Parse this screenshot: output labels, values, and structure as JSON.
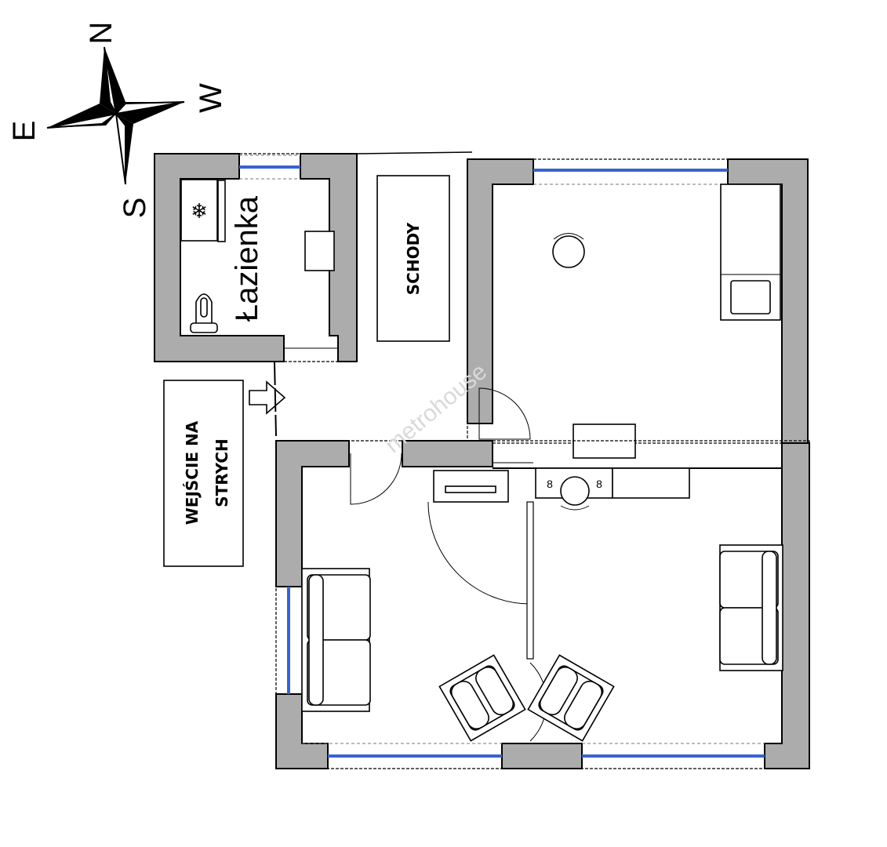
{
  "compass": {
    "north": "N",
    "west": "W",
    "east": "E",
    "south": "S"
  },
  "rooms": {
    "bathroom": "Łazienka",
    "stairs": "SCHODY",
    "attic_entrance_line1": "WEJŚCIE NA",
    "attic_entrance_line2": "STRYCH"
  },
  "watermark": "metrohouse",
  "colors": {
    "wall": "#acacac",
    "window": "#3a63d1"
  }
}
